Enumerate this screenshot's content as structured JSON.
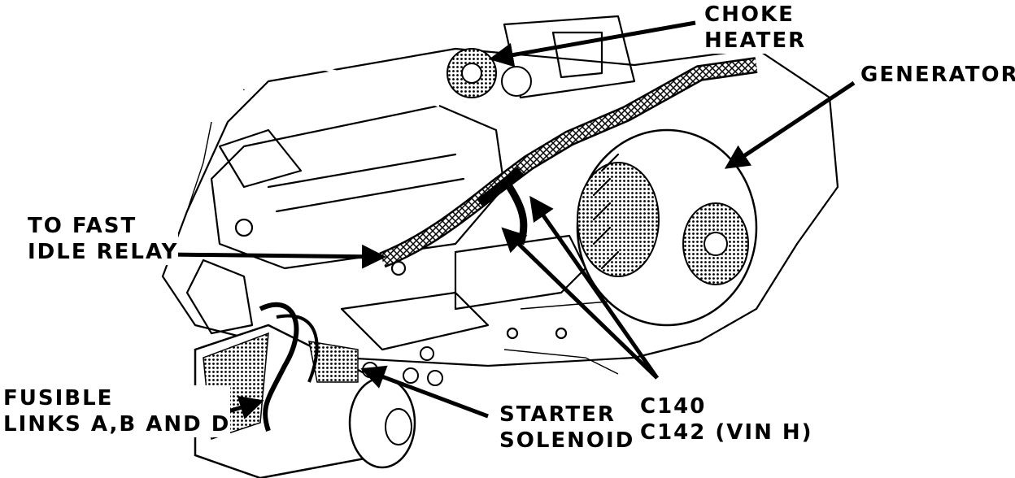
{
  "labels": {
    "choke_heater": [
      "CHOKE",
      "HEATER"
    ],
    "generator": "GENERATOR",
    "fast_idle_relay": [
      "TO FAST",
      "IDLE RELAY"
    ],
    "fusible_links": [
      "FUSIBLE",
      "LINKS A,B AND D"
    ],
    "starter_solenoid": [
      "STARTER",
      "SOLENOID"
    ],
    "connectors": [
      "C140",
      "C142 (VIN H)"
    ]
  }
}
